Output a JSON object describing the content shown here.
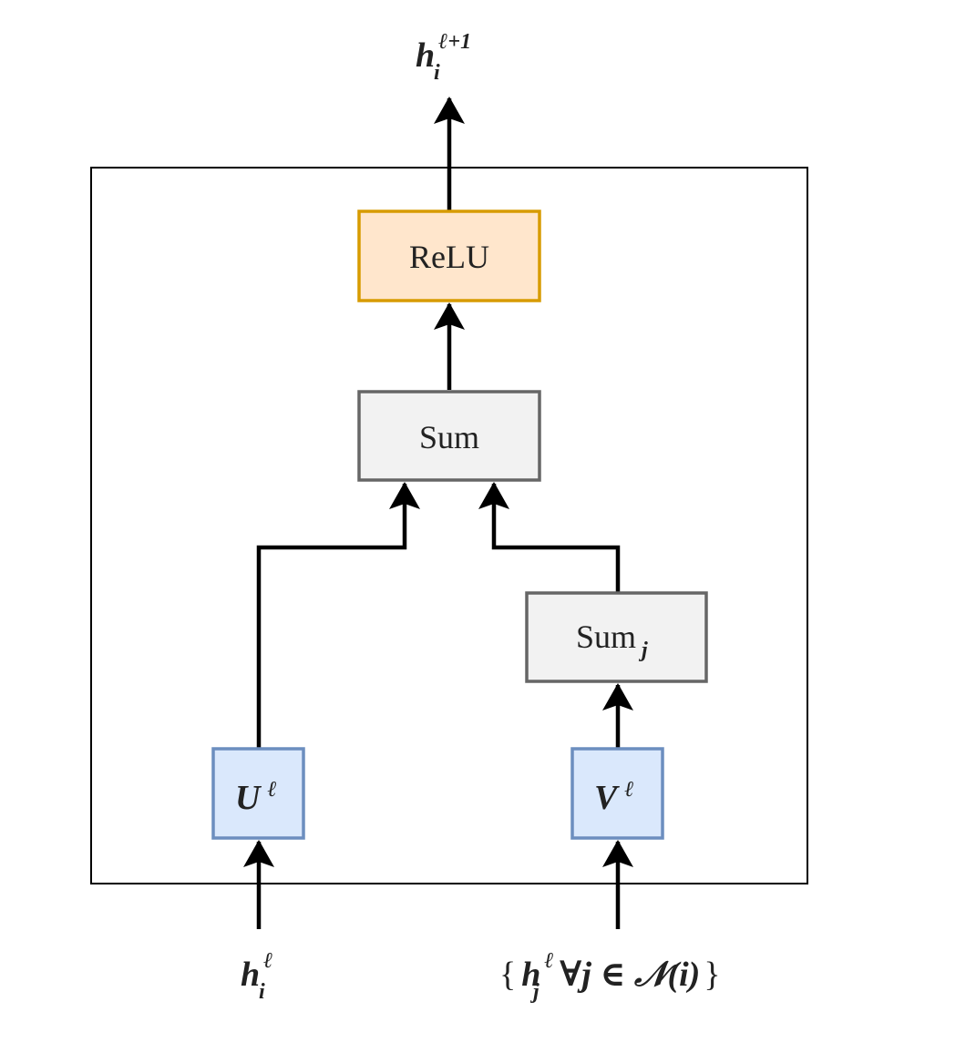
{
  "diagram": {
    "output_label": {
      "base": "h",
      "sup": "ℓ+1",
      "sub": "i"
    },
    "relu": {
      "label": "ReLU",
      "fill": "#ffe6cc",
      "stroke": "#d79b00"
    },
    "sum": {
      "label": "Sum",
      "fill": "#f2f2f2",
      "stroke": "#666666"
    },
    "sum_j": {
      "label": "Sum",
      "sub": "j",
      "fill": "#f2f2f2",
      "stroke": "#666666"
    },
    "u_box": {
      "base": "U",
      "sup": "ℓ",
      "fill": "#dae8fc",
      "stroke": "#6c8ebf"
    },
    "v_box": {
      "base": "V",
      "sup": "ℓ",
      "fill": "#dae8fc",
      "stroke": "#6c8ebf"
    },
    "input_left": {
      "base": "h",
      "sup": "ℓ",
      "sub": "i"
    },
    "input_right": {
      "open": "{",
      "base": "h",
      "sup": "ℓ",
      "sub": "j",
      "forall": "∀j ∈ 𝒩(i)",
      "close": "}"
    }
  }
}
